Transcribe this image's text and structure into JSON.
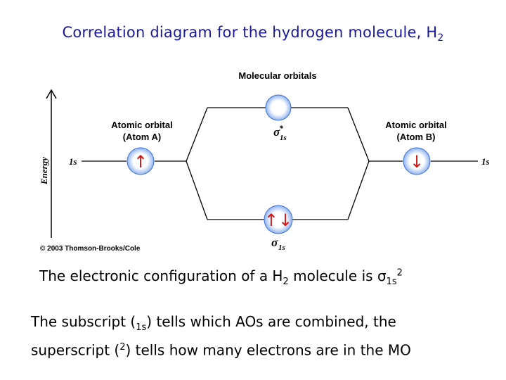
{
  "title": {
    "text": "Correlation diagram for the hydrogen molecule, H",
    "subscript": "2"
  },
  "diagram": {
    "heading": "Molecular orbitals",
    "axis_label": "Energy",
    "atom_a": {
      "line1": "Atomic orbital",
      "line2": "(Atom A)",
      "level": "1s",
      "electron": "↑"
    },
    "atom_b": {
      "line1": "Atomic orbital",
      "line2": "(Atom B)",
      "level": "1s",
      "electron": "↓"
    },
    "antibonding": {
      "symbol": "σ",
      "sup": "*",
      "sub": "1s",
      "electrons": ""
    },
    "bonding": {
      "symbol": "σ",
      "sub": "1s",
      "electrons": "↑↓"
    },
    "credit": "© 2003 Thomson-Brooks/Cole"
  },
  "sentence": {
    "prefix": "The electronic configuration of a H",
    "h2_sub": "2",
    "middle": " molecule is ",
    "sigma": "σ",
    "sigma_sub": "1s",
    "sigma_sup": "2"
  },
  "explanation": {
    "part1": "The subscript (",
    "sub": "1s",
    "part2": ") tells which AOs are combined, the",
    "part3": "superscript (",
    "sup": "2",
    "part4": ") tells how many electrons are in the MO"
  },
  "colors": {
    "title": "#1a1a99",
    "orbital_fill": "#ffffff",
    "arrow": "#d21a1a",
    "line": "#000000",
    "orbital_stroke": "#3b6fd8"
  }
}
